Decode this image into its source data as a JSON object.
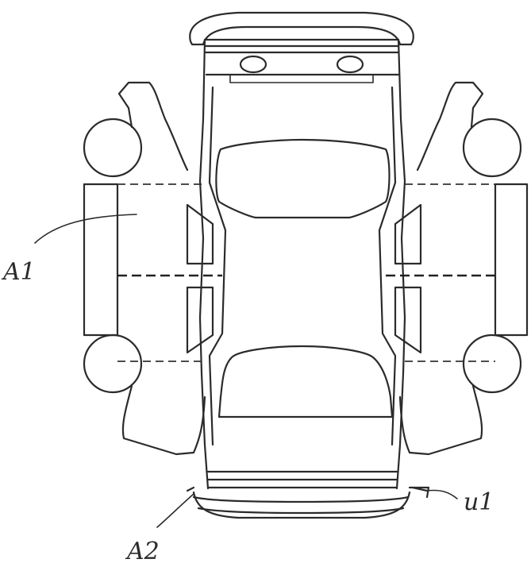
{
  "labels": {
    "a1": "A1",
    "a2": "A2",
    "u1": "u1"
  },
  "colors": {
    "stroke": "#2b2b2b",
    "background": "#ffffff"
  }
}
